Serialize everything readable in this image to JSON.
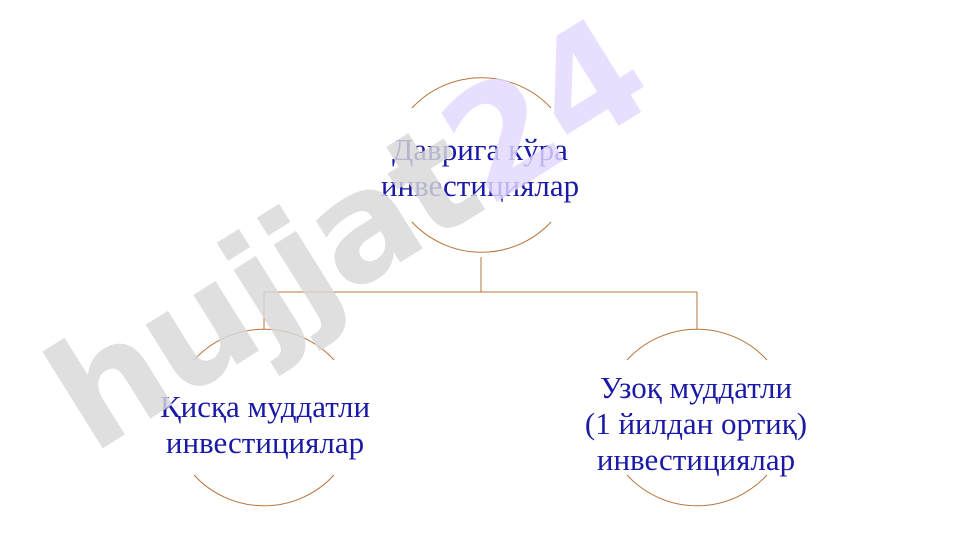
{
  "diagram": {
    "root": {
      "lines": [
        "Даврига кўра",
        "инвестициялар"
      ]
    },
    "children": [
      {
        "lines": [
          "Қисқа муддатли",
          "инвестициялар"
        ]
      },
      {
        "lines": [
          "Узоқ муддатли",
          "(1 йилдан ортиқ)",
          "инвестициялар"
        ]
      }
    ]
  },
  "watermark": {
    "text": "hujjat24",
    "color": "#d9d9d9",
    "accent_color": "#e3d9ff"
  },
  "colors": {
    "text": "#1a1aa6",
    "connector": "#b8743a"
  }
}
